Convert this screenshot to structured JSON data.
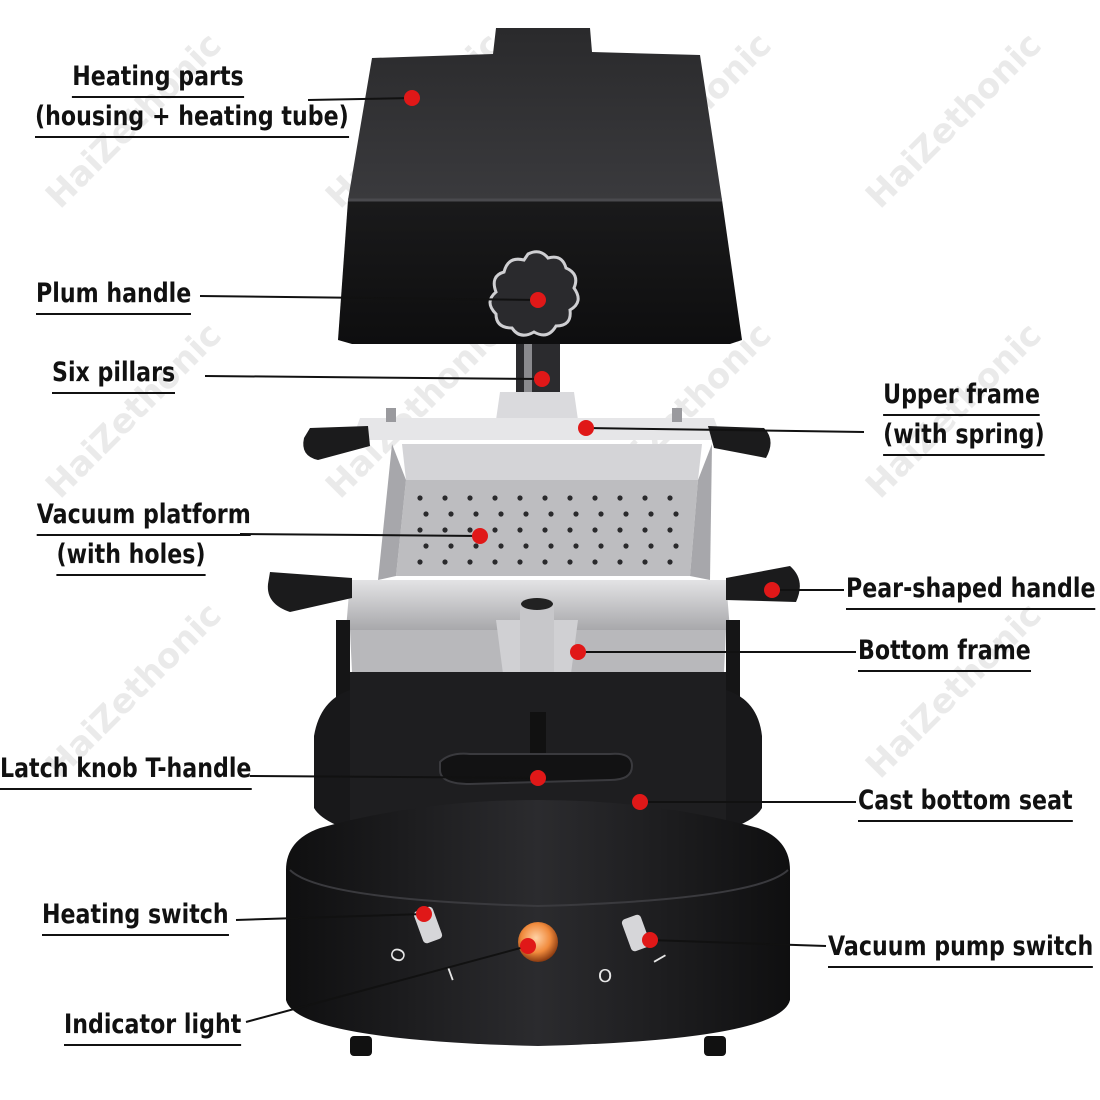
{
  "labels": {
    "heating_parts": [
      "Heating parts",
      "(housing + heating tube)"
    ],
    "plum_handle": "Plum handle",
    "six_pillars": "Six pillars",
    "upper_frame": [
      "Upper frame",
      "(with spring)"
    ],
    "vacuum_platform": [
      "Vacuum platform",
      "(with holes)"
    ],
    "pear_handle": "Pear-shaped handle",
    "bottom_frame": "Bottom frame",
    "latch_knob": "Latch knob T-handle",
    "cast_seat": "Cast bottom seat",
    "heating_switch": "Heating switch",
    "vacuum_switch": "Vacuum pump switch",
    "indicator_light": "Indicator light"
  },
  "switch_marks": {
    "left": [
      "O",
      "I"
    ],
    "right": [
      "O",
      "I"
    ]
  },
  "watermark": "HaiZethonic",
  "colors": {
    "callout_dot": "#e01818",
    "body_black": "#1c1c1e",
    "frame_silver": "#c9c9cb",
    "indicator_orange": "#f08a3c"
  }
}
